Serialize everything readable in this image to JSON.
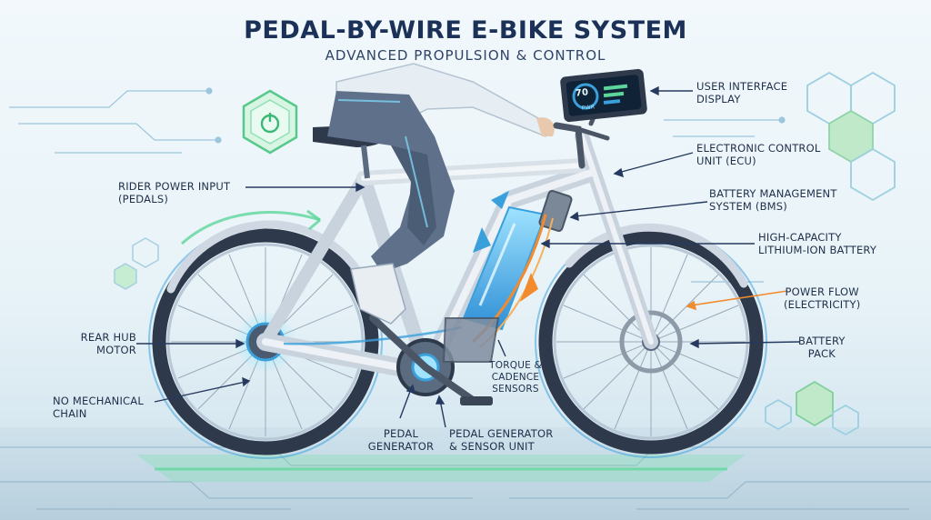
{
  "header": {
    "title": "PEDAL-BY-WIRE E-BIKE SYSTEM",
    "subtitle": "ADVANCED PROPULSION & CONTROL"
  },
  "labels": {
    "user_interface_display": "USER INTERFACE\nDISPLAY",
    "ecu": "ELECTRONIC CONTROL\nUNIT (ECU)",
    "bms": "BATTERY MANAGEMENT\nSYSTEM (BMS)",
    "battery_high_capacity": "HIGH-CAPACITY\nLITHIUM-ION BATTERY",
    "power_flow": "POWER FLOW\n(ELECTRICITY)",
    "battery_pack": "BATTERY\nPACK",
    "rider_power_input": "RIDER POWER INPUT\n(PEDALS)",
    "rear_hub_motor": "REAR HUB\nMOTOR",
    "no_mechanical_chain": "NO MECHANICAL\nCHAIN",
    "pedal_generator": "PEDAL\nGENERATOR",
    "pedal_generator_sensor_unit": "PEDAL GENERATOR\n& SENSOR UNIT",
    "torque_cadence_sensors": "TORQUE &\nCADENCE\nSENSORS"
  },
  "display": {
    "speed": "70",
    "mode": "PWR"
  },
  "colors": {
    "navy": "#1c3158",
    "frame": "#dfe6ee",
    "accent_blue": "#3aa0dc",
    "energy_orange": "#f28a2e",
    "glow_green": "#5cd69a",
    "tire": "#2e3a4c"
  },
  "icons": [
    "power-icon",
    "hexagon-icon",
    "arrow-icon"
  ]
}
